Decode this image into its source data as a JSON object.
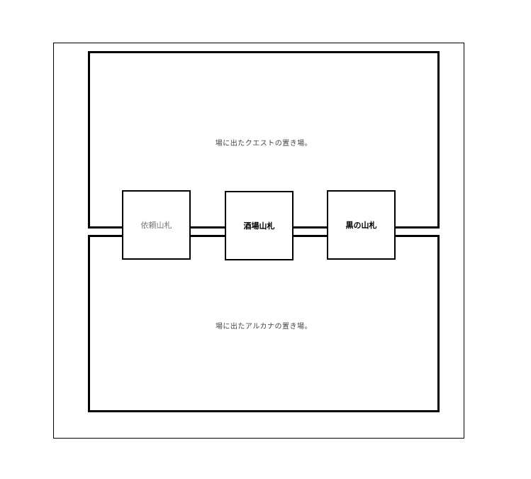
{
  "diagram": {
    "zones": {
      "quest_area_label": "場に出たクエストの置き場。",
      "arcana_area_label": "場に出たアルカナの置き場。"
    },
    "decks": {
      "request_deck": "依頼山札",
      "tavern_deck": "酒場山札",
      "black_deck": "黒の山札"
    }
  }
}
